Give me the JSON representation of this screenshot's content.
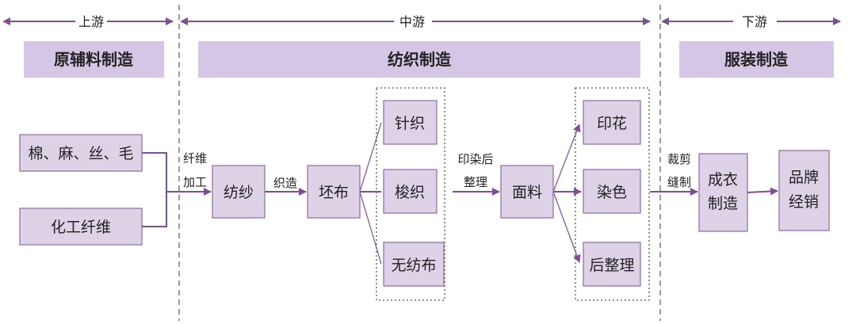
{
  "stages": {
    "upstream": "上游",
    "midstream": "中游",
    "downstream": "下游"
  },
  "headers": {
    "raw_materials": "原辅料制造",
    "textile": "纺织制造",
    "apparel": "服装制造"
  },
  "nodes": {
    "natural_fibers": "棉、麻、丝、毛",
    "chemical_fibers": "化工纤维",
    "spinning": "纺纱",
    "greige": "坯布",
    "knitting": "针织",
    "weaving": "梭织",
    "nonwoven": "无纺布",
    "fabric": "面料",
    "printing": "印花",
    "dyeing": "染色",
    "finishing": "后整理",
    "garment_line1": "成衣",
    "garment_line2": "制造",
    "brand_line1": "品牌",
    "brand_line2": "经销"
  },
  "edge_labels": {
    "fiber_line1": "纤维",
    "fiber_line2": "加工",
    "weave_make": "织造",
    "dye_line1": "印染后",
    "dye_line2": "整理",
    "cut_line1": "裁剪",
    "cut_line2": "缝制"
  },
  "colors": {
    "accent": "#7c4f98",
    "box_fill": "#ddd2e6",
    "header_fill": "#d6c6e6"
  }
}
